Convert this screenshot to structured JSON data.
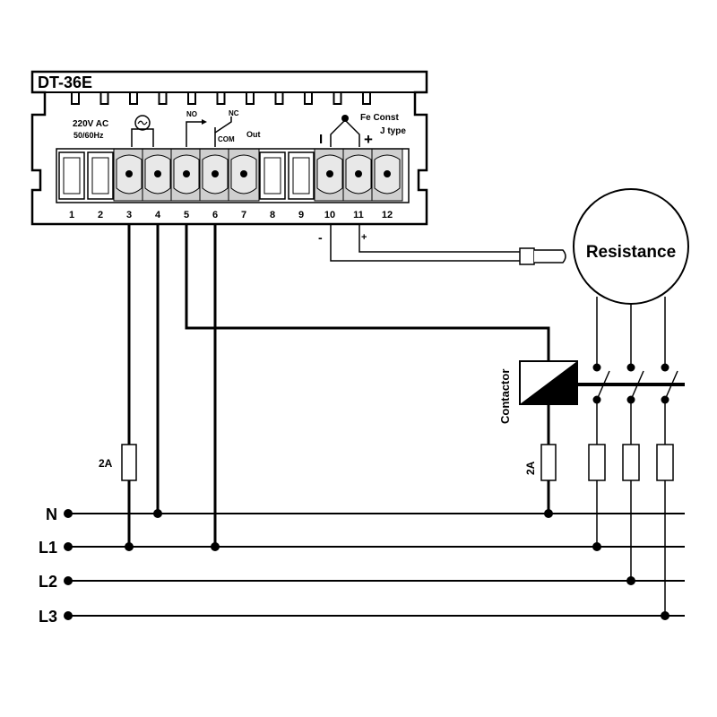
{
  "device": {
    "model": "DT-36E",
    "supply_label_1": "220V AC",
    "supply_label_2": "50/60Hz",
    "relay_no": "NO",
    "relay_nc": "NC",
    "relay_com": "COM",
    "relay_out": "Out",
    "sensor_label_1": "Fe Const",
    "sensor_label_2": "J type",
    "sensor_neg": "I",
    "sensor_pos": "+",
    "terminals": [
      "1",
      "2",
      "3",
      "4",
      "5",
      "6",
      "7",
      "8",
      "9",
      "10",
      "11",
      "12"
    ]
  },
  "wiring": {
    "probe_neg": "-",
    "probe_pos": "+",
    "fuse_left": "2A",
    "fuse_contactor": "2A",
    "contactor_label": "Contactor",
    "load_label": "Resistance"
  },
  "bus": {
    "lines": [
      "N",
      "L1",
      "L2",
      "L3"
    ]
  }
}
